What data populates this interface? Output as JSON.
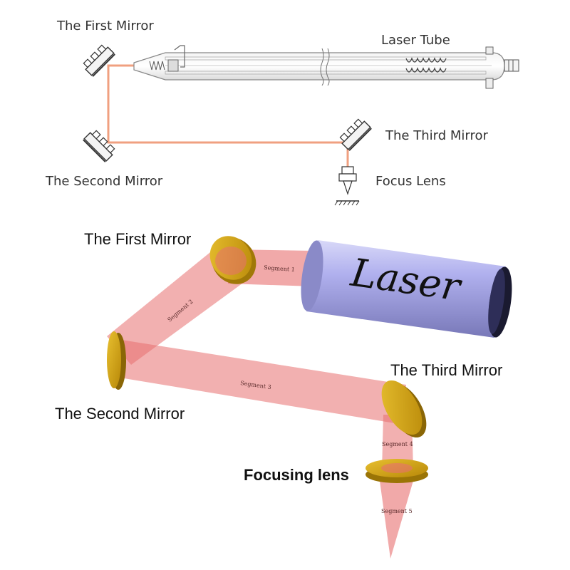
{
  "top_diagram": {
    "first_mirror": "The First Mirror",
    "laser_tube": "Laser Tube",
    "third_mirror": "The Third Mirror",
    "second_mirror": "The Second Mirror",
    "focus_lens": "Focus Lens"
  },
  "bottom_diagram": {
    "first_mirror": "The First Mirror",
    "third_mirror": "The Third Mirror",
    "second_mirror": "The Second Mirror",
    "focusing_lens": "Focusing lens",
    "laser": "Laser",
    "segments": [
      "Segment 1",
      "Segment 2",
      "Segment 3",
      "Segment 4",
      "Segment 5"
    ]
  },
  "colors": {
    "beam_line": "#f0a080",
    "beam_fill": "#e87070",
    "mirror_gold": "#d4a010",
    "laser_body": "#a8a8e8"
  }
}
